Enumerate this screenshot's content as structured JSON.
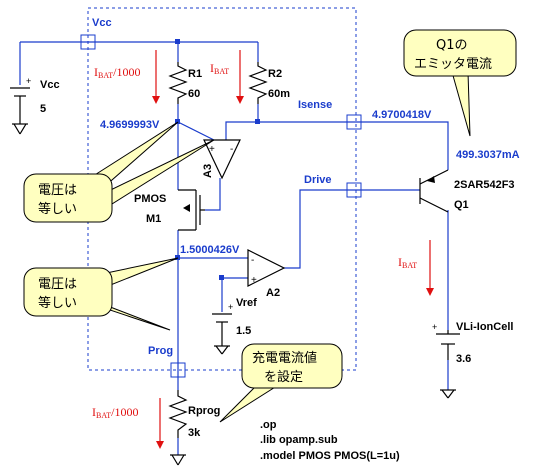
{
  "nodes": {
    "vcc": "Vcc",
    "isense": "Isense",
    "drive": "Drive",
    "prog": "Prog"
  },
  "voltages": {
    "v_r1_bottom": "4.9699993V",
    "v_isense": "4.9700418V",
    "v_prog": "1.5000426V",
    "i_emitter_a": "499.3",
    "i_emitter_b": "037mA"
  },
  "components": {
    "vcc_source": {
      "name": "Vcc",
      "value": "5"
    },
    "r1": {
      "name": "R1",
      "value": "60"
    },
    "r2": {
      "name": "R2",
      "value": "60m"
    },
    "a3": "A3",
    "a2": "A2",
    "m1": {
      "type": "PMOS",
      "name": "M1"
    },
    "q1": {
      "part": "2SAR542F3",
      "name": "Q1"
    },
    "vref": {
      "name": "Vref",
      "value": "1.5"
    },
    "rprog": {
      "name": "Rprog",
      "value": "3k"
    },
    "battery": {
      "name": "VLi-IonCell",
      "value": "3.6"
    }
  },
  "currents": {
    "ibat_over_1000_top": {
      "main": "I",
      "sub": "BAT",
      "tail": "/1000"
    },
    "ibat_top": {
      "main": "I",
      "sub": "BAT"
    },
    "ibat_right": {
      "main": "I",
      "sub": "BAT"
    },
    "ibat_over_1000_bottom": {
      "main": "I",
      "sub": "BAT",
      "tail": "/1000"
    }
  },
  "callouts": {
    "equal_voltage_1": [
      "電圧は",
      "等しい"
    ],
    "equal_voltage_2": [
      "電圧は",
      "等しい"
    ],
    "q1_emitter_current": [
      "Q1の",
      "エミッタ電流"
    ],
    "charge_current_set": [
      "充電電流値",
      "を設定"
    ]
  },
  "spice": [
    ".op",
    ".lib opamp.sub",
    ".model PMOS PMOS(L=1u)"
  ],
  "colors": {
    "wire": "#1a3ccc",
    "current": "#e01010",
    "callout": "#ffffc0",
    "dashed_box": "#1a3ccc"
  }
}
